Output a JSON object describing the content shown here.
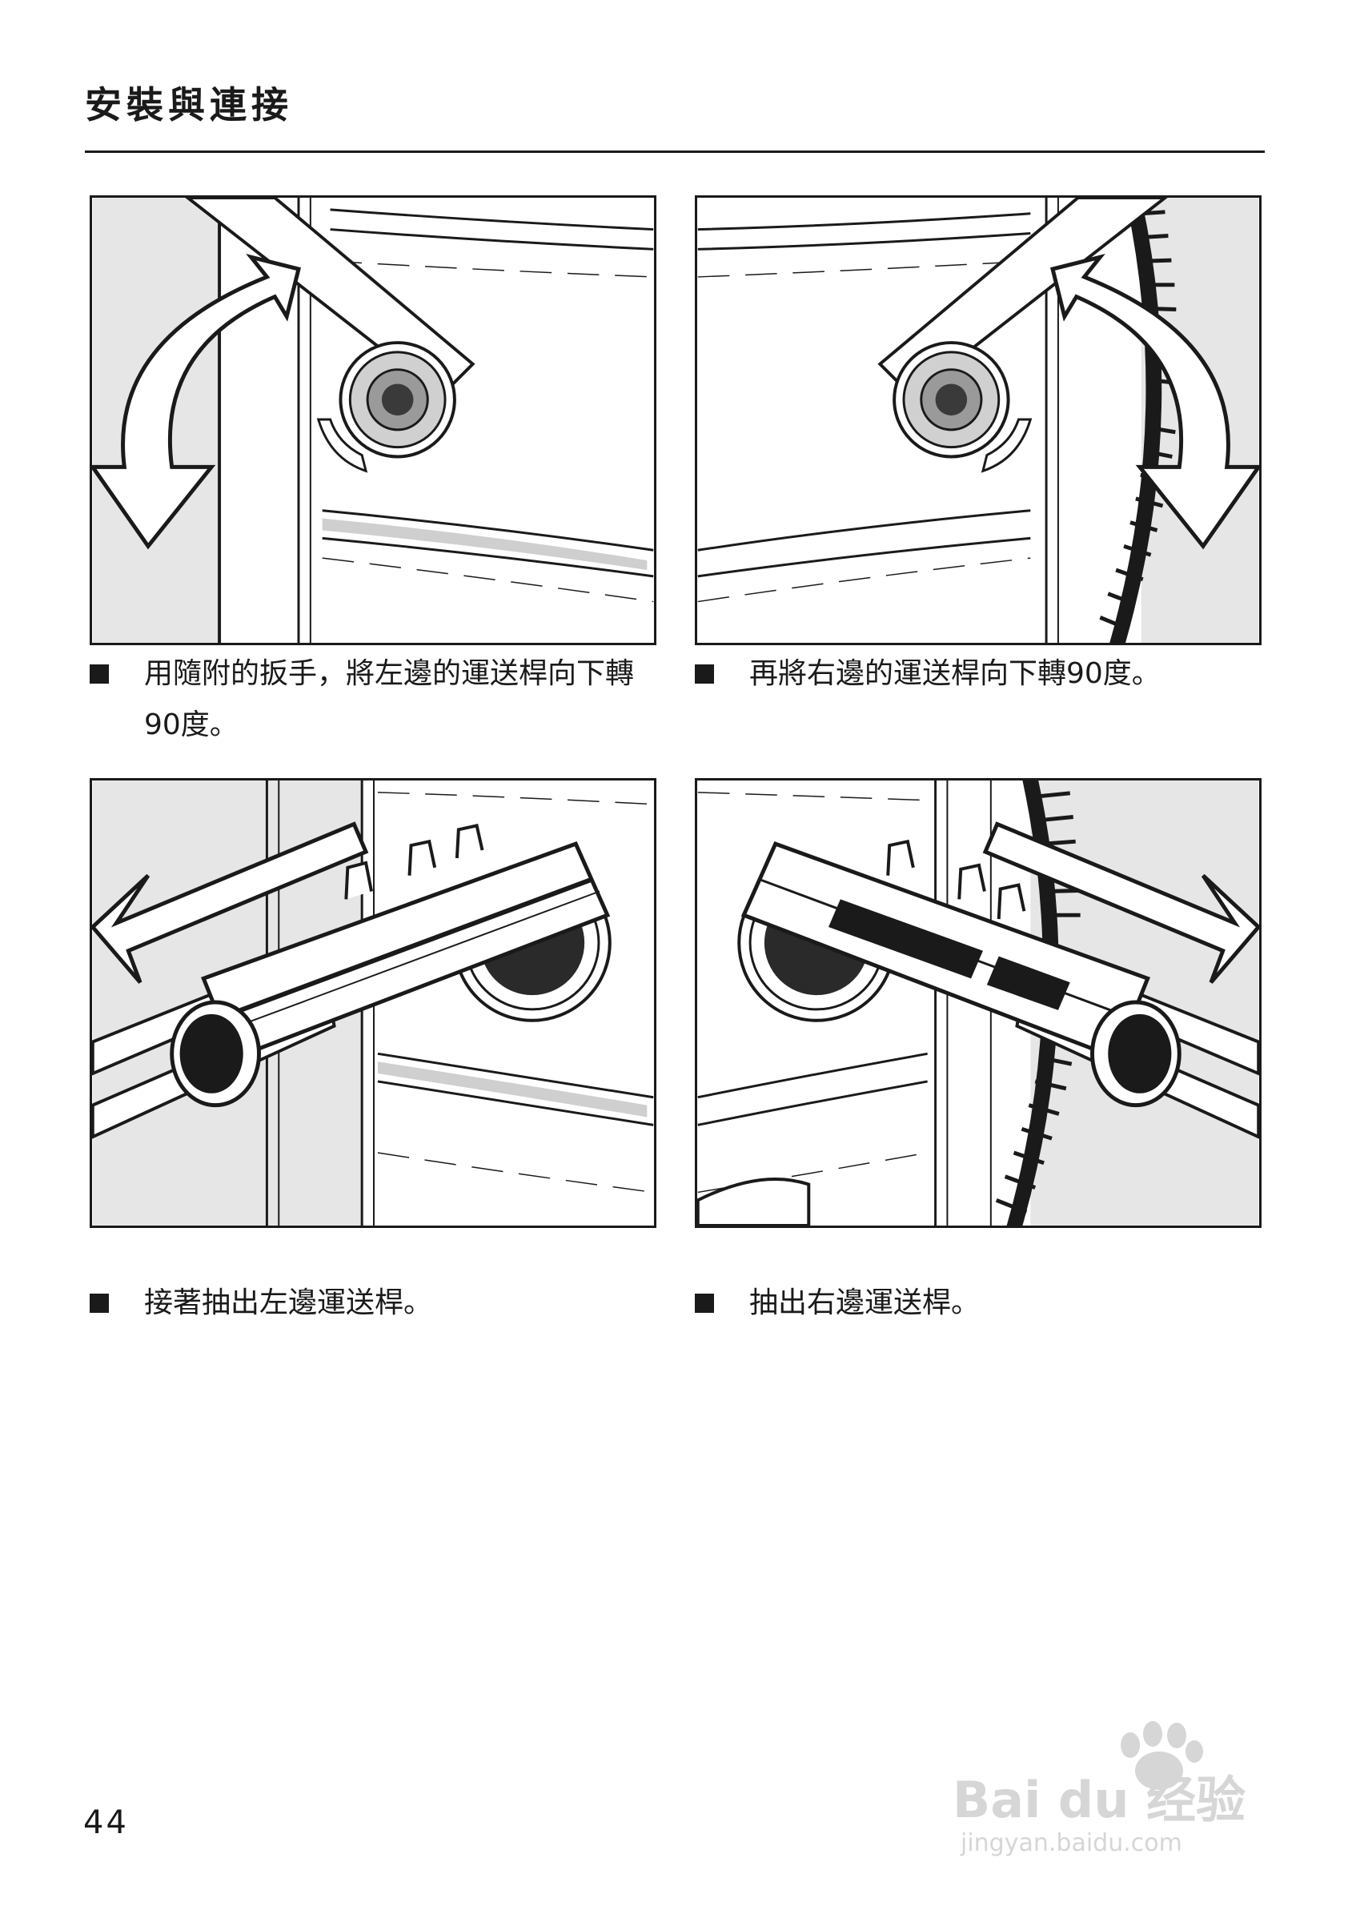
{
  "header": {
    "title": "安裝與連接"
  },
  "steps": [
    {
      "caption": "用隨附的扳手，將左邊的運送桿向下轉90度。"
    },
    {
      "caption": "再將右邊的運送桿向下轉90度。"
    },
    {
      "caption": "接著抽出左邊運送桿。"
    },
    {
      "caption": "抽出右邊運送桿。"
    }
  ],
  "footer": {
    "page_number": "44"
  },
  "watermark": {
    "brand": "Bai du 经验",
    "url": "jingyan.baidu.com"
  },
  "colors": {
    "ink": "#1a1a1a",
    "panel_gray": "#e6e6e6",
    "rod_dark": "#2a2a2a",
    "watermark": "#d0d0d0"
  }
}
